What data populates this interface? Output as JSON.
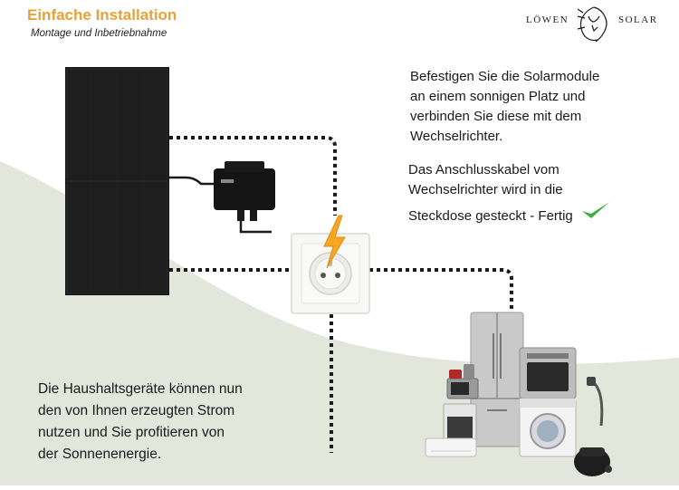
{
  "header": {
    "title": "Einfache Installation",
    "subtitle": "Montage und Inbetriebnahme"
  },
  "brand": {
    "left_word": "LÖWEN",
    "right_word": "SOLAR"
  },
  "text_blocks": {
    "mount": [
      "Befestigen Sie die Solarmodule",
      "an einem sonnigen Platz und",
      "verbinden Sie diese mit dem",
      "Wechselrichter."
    ],
    "cable": [
      "Das Anschlusskabel vom",
      "Wechselrichter wird in die",
      "Steckdose gesteckt - Fertig"
    ],
    "appliances": [
      "Die Haushaltsgeräte können nun",
      "den von Ihnen erzeugten Strom",
      "nutzen und Sie profitieren von",
      "der Sonnenenergie."
    ]
  },
  "colors": {
    "title_orange": "#e6a23a",
    "bolt_orange": "#f5a623",
    "check_green": "#3fae3a",
    "background_curve": "#e3e6da",
    "panel_black": "#161616"
  },
  "icons": [
    "solar-panel",
    "microinverter",
    "power-socket",
    "lightning-bolt",
    "checkmark-icon",
    "household-appliances",
    "lion-logo"
  ]
}
